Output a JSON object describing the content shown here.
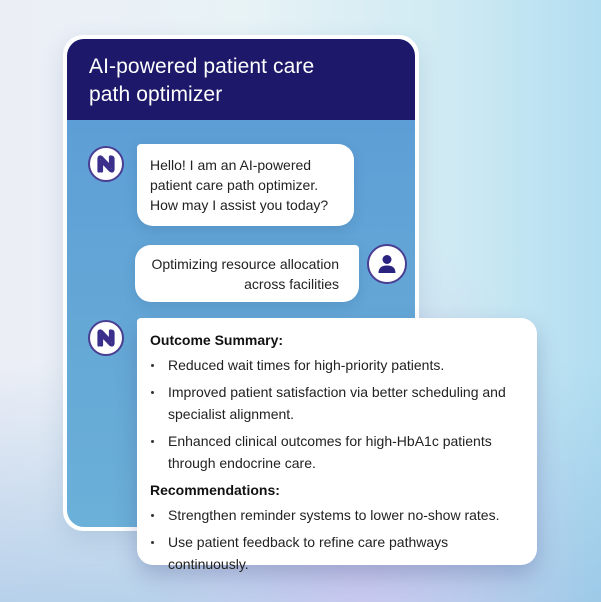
{
  "header": {
    "title_line1": "AI-powered patient care",
    "title_line2": "path optimizer"
  },
  "messages": [
    {
      "sender": "bot",
      "avatar_icon": "n-logo-icon",
      "lines": [
        "Hello! I am an AI-powered",
        "patient care path optimizer.",
        "How may I assist you today?"
      ]
    },
    {
      "sender": "user",
      "avatar_icon": "user-icon",
      "lines": [
        "Optimizing resource allocation",
        "across facilities"
      ]
    }
  ],
  "summary": {
    "avatar_icon": "n-logo-icon",
    "outcome_heading": "Outcome Summary:",
    "outcomes": [
      "Reduced wait times for high-priority patients.",
      "Improved patient satisfaction via better scheduling and specialist alignment.",
      "Enhanced clinical outcomes for high-HbA1c patients through endocrine care."
    ],
    "recommendations_heading": "Recommendations:",
    "recommendations": [
      "Strengthen reminder systems to lower no-show rates.",
      "Use patient feedback to refine care pathways continuously."
    ]
  },
  "colors": {
    "header_bg": "#1e186a",
    "chat_bg": "#63a6d6",
    "avatar_border": "#4a3e92",
    "logo_purple": "#3a2f8a",
    "user_icon": "#2a2480"
  }
}
